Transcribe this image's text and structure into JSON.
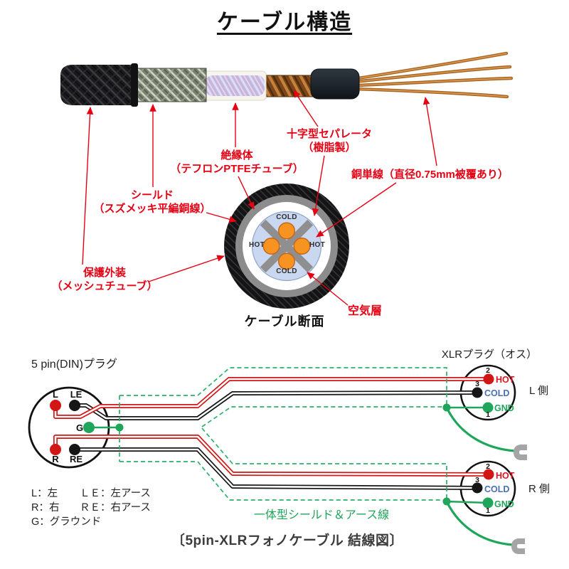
{
  "title": "ケーブル構造",
  "colors": {
    "annotation_red": "#e60014",
    "wire_red": "#d21616",
    "wire_black": "#161616",
    "ground_green": "#1fa65a",
    "cold_blue": "#4a6fb5",
    "conductor_orange": "#f79421",
    "air_layer_blue": "#c9d8f0",
    "shield_gray": "#8c8c8c",
    "lug_gray": "#a5a5a5"
  },
  "photo_labels": {
    "outer1": "保護外装",
    "outer2": "（メッシュチューブ）",
    "shield1": "シールド",
    "shield2": "（スズメッキ平編銅線）",
    "insulator1": "絶縁体",
    "insulator2": "（テフロンPTFEチューブ）",
    "separator1": "十字型セパレータ",
    "separator2": "（樹脂製）",
    "copper": "銅単線（直径0.75mm被覆あり）",
    "air": "空気層"
  },
  "cross_section": {
    "caption": "ケーブル断面",
    "top": "COLD",
    "left": "HOT",
    "right": "HOT",
    "bottom": "COLD"
  },
  "wiring": {
    "din_title": "5 pin(DIN)プラグ",
    "xlr_title": "XLRプラグ（オス）",
    "l_side": "L 側",
    "r_side": "R 側",
    "din_pins": {
      "l": "L",
      "le": "LE",
      "g": "G",
      "r": "R",
      "re": "RE"
    },
    "xlr_pins": {
      "n2": "2",
      "n3": "3",
      "n1": "1",
      "hot": "HOT",
      "cold": "COLD",
      "gnd": "GND"
    },
    "legend_rows": [
      {
        "c1": "L：左",
        "c2": "ＬＥ：左アース"
      },
      {
        "c1": "R：右",
        "c2": "ＲＥ：右アース"
      },
      {
        "c1": "G：グラウンド",
        "c2": ""
      }
    ],
    "shield_label": "一体型シールド＆アース線",
    "caption": "〔5pin-XLRフォノケーブル 結線図〕"
  }
}
